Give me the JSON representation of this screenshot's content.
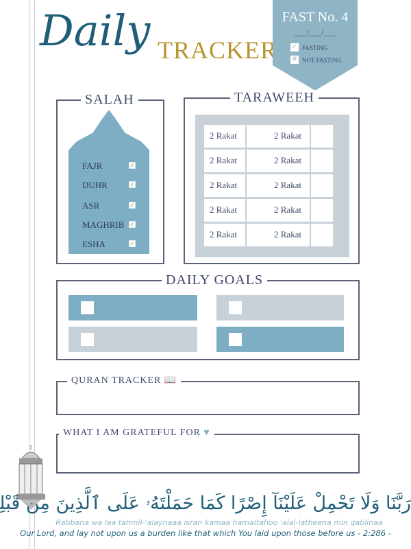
{
  "header": {
    "title_script": "Daily",
    "title_caps": "TRACKER"
  },
  "fast": {
    "title": "FAST No. 4",
    "date": "___/___/___",
    "fasting": "FASTING",
    "not_fasting": "NOT FASTING"
  },
  "salah": {
    "label": "SALAH",
    "items": [
      "FAJR",
      "DUHR",
      "ASR",
      "MAGHRIB",
      "ESHA"
    ]
  },
  "taraweeh": {
    "label": "TARAWEEH",
    "cells": [
      "2 Rakat",
      "2 Rakat",
      "2 Rakat",
      "2 Rakat",
      "2 Rakat",
      "2 Rakat",
      "2 Rakat",
      "2 Rakat",
      "2 Rakat",
      "2 Rakat"
    ]
  },
  "goals": {
    "label": "DAILY GOALS"
  },
  "quran": {
    "label": "QURAN TRACKER"
  },
  "grateful": {
    "label": "WHAT I AM GRATEFUL FOR"
  },
  "verse": {
    "arabic": "رَبَّنَا وَلَا تَحْمِلْ عَلَيْنَآ إِصْرًا كَمَا حَمَلْتَهُۥ عَلَى ٱلَّذِينَ مِن قَبْلِنَا",
    "transliteration": "Rabbana wa laa tahmil-'alaynaaa isran kamaa hamaltahoo 'alal-latheena min qablinaa",
    "translation": "Our Lord, and lay not upon us a burden like that which You laid upon those before us - 2:286 -"
  },
  "colors": {
    "blue": "#7eaec3",
    "gray": "#c8d0d8",
    "gold": "#b8952f",
    "navy": "#1f5e78"
  }
}
